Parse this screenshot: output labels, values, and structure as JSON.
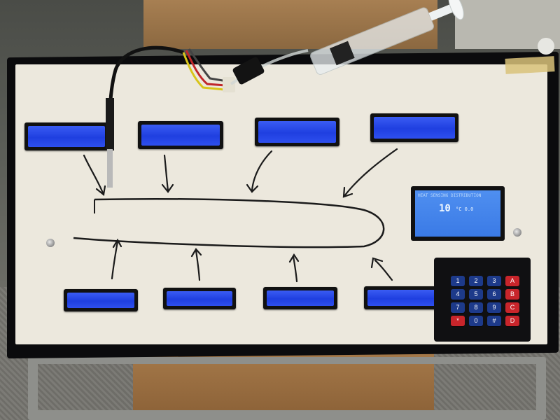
{
  "display": {
    "line1": "HEAT SENSING DISTRIBUTION",
    "value": "10",
    "unit": "°C 0.0"
  },
  "keypad": {
    "keys": [
      {
        "label": "1",
        "color": "blue"
      },
      {
        "label": "2",
        "color": "blue"
      },
      {
        "label": "3",
        "color": "blue"
      },
      {
        "label": "A",
        "color": "red"
      },
      {
        "label": "4",
        "color": "blue"
      },
      {
        "label": "5",
        "color": "blue"
      },
      {
        "label": "6",
        "color": "blue"
      },
      {
        "label": "B",
        "color": "red"
      },
      {
        "label": "7",
        "color": "blue"
      },
      {
        "label": "8",
        "color": "blue"
      },
      {
        "label": "9",
        "color": "blue"
      },
      {
        "label": "C",
        "color": "red"
      },
      {
        "label": "*",
        "color": "red"
      },
      {
        "label": "0",
        "color": "blue"
      },
      {
        "label": "#",
        "color": "blue"
      },
      {
        "label": "D",
        "color": "red"
      }
    ]
  },
  "colors": {
    "lcd_blue": "#2a4bea",
    "panel": "#ece8dd",
    "frame": "#0b0b0d",
    "key_blue": "#1d3a8a",
    "key_red": "#c8252b"
  },
  "icons": [
    "screw-icon",
    "syringe-icon",
    "temperature-probe-icon",
    "arrow-icon"
  ]
}
